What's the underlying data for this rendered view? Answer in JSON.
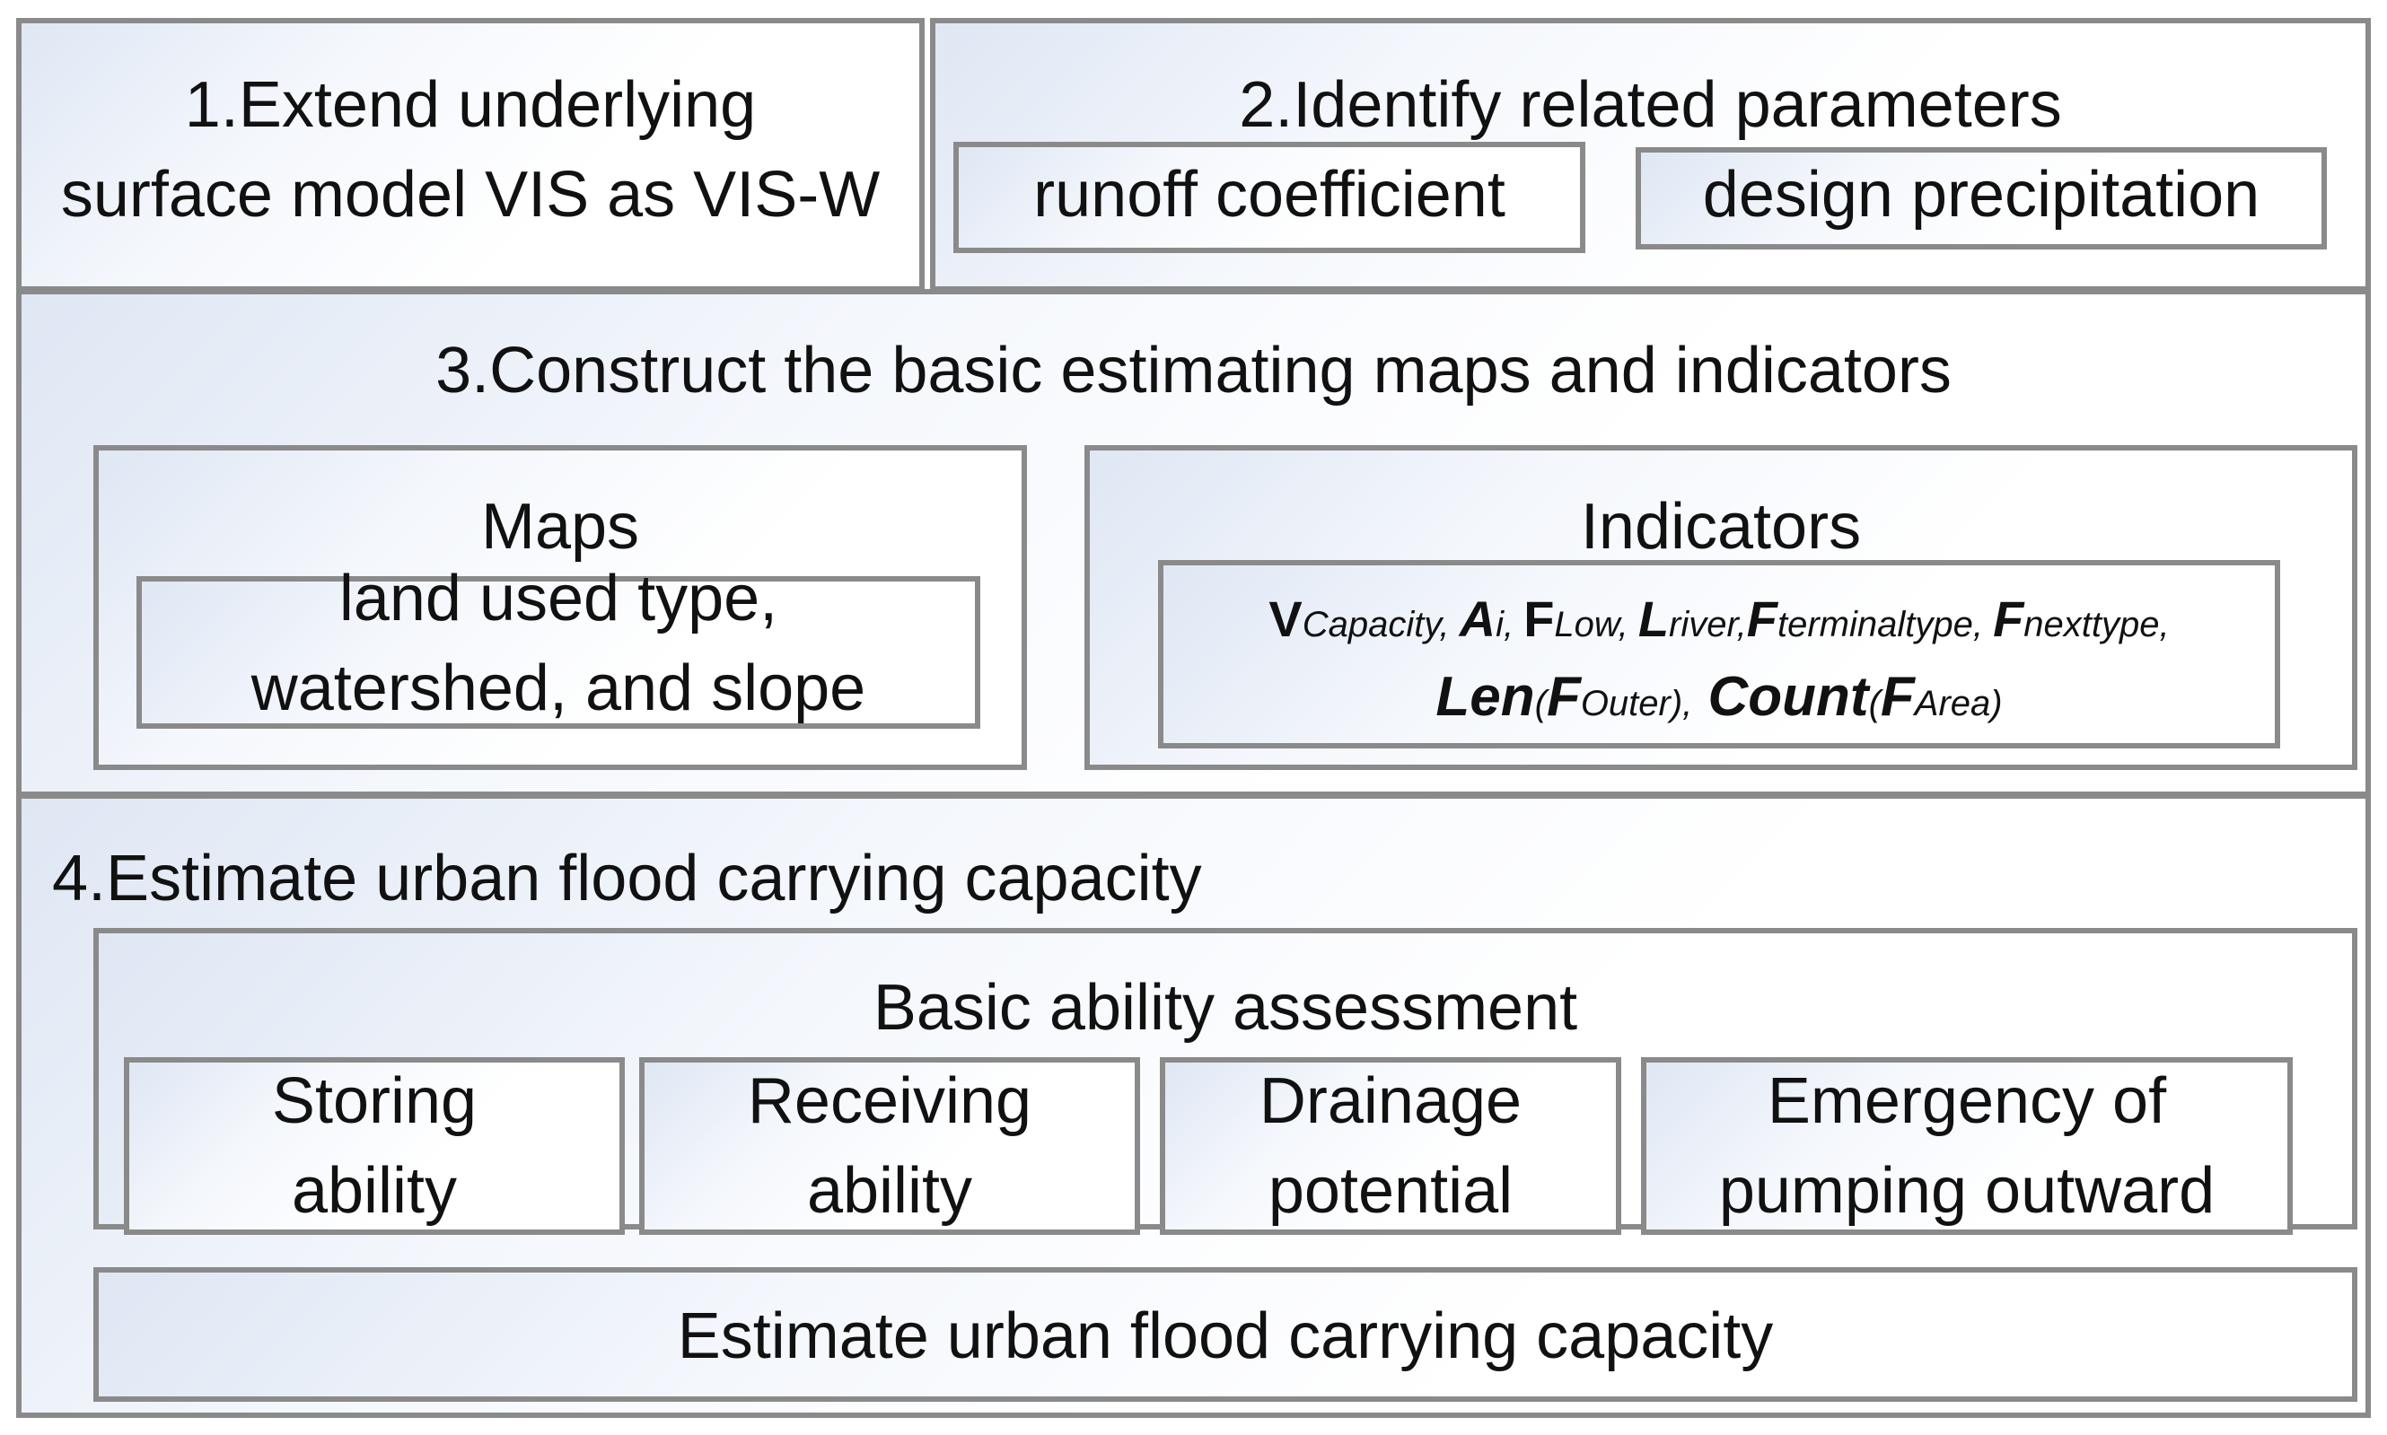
{
  "step1": {
    "line1": "1.Extend underlying",
    "line2": "surface model VIS as VIS-W"
  },
  "step2": {
    "title": "2.Identify related parameters",
    "param1": "runoff coefficient",
    "param2": "design precipitation"
  },
  "step3": {
    "title": "3.Construct the basic estimating maps and indicators",
    "maps_title": "Maps",
    "maps_line1": "land used type,",
    "maps_line2": "watershed, and slope",
    "indicators_title": "Indicators",
    "indicators": {
      "v": "V",
      "v_sub": "Capacity",
      "sep1": ", ",
      "a": "A",
      "a_sub": "i",
      "sep2": ", ",
      "f1": "F",
      "f1_sub": "Low",
      "sep3": ", ",
      "l": "L",
      "l_sub": "river",
      "sep4": ",",
      "f2": "F",
      "f2_sub": "terminaltype",
      "sep5": ", ",
      "f3": "F",
      "f3_sub": "nexttype",
      "sep6": ",",
      "len": "Len",
      "len_open": "(",
      "len_f": "F",
      "len_sub": "Outer",
      "len_close": "),",
      "count": "Count",
      "count_open": "(",
      "count_f": "F",
      "count_sub": "Area",
      "count_close": ")"
    }
  },
  "step4": {
    "title": "4.Estimate urban flood carrying capacity",
    "basic_title": "Basic ability assessment",
    "abilities": [
      {
        "line1": "Storing",
        "line2": "ability"
      },
      {
        "line1": "Receiving",
        "line2": "ability"
      },
      {
        "line1": "Drainage",
        "line2": "potential"
      },
      {
        "line1": "Emergency of",
        "line2": "pumping outward"
      }
    ],
    "final": "Estimate urban flood carrying capacity"
  }
}
